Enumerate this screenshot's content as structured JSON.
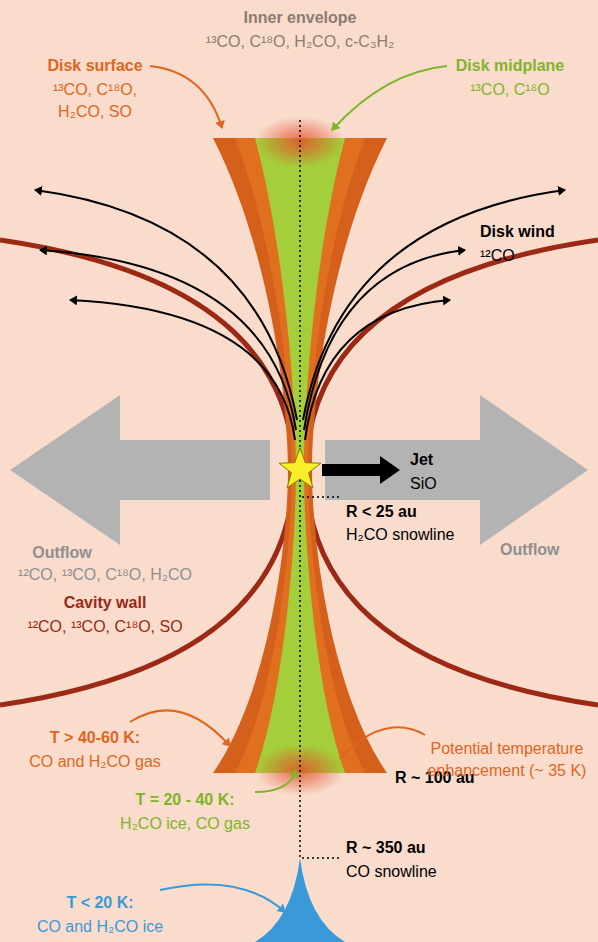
{
  "diagram": {
    "labels": [
      "Inner envelope",
      "¹³CO, C¹⁸O, H₂CO, c-C₃H₂",
      "Disk surface",
      "¹³CO, C¹⁸O, H₂CO, SO",
      "Disk midplane",
      "¹³CO, C¹⁸O",
      "Disk wind",
      "¹²CO",
      "Jet",
      "SiO",
      "Outflow",
      "Outflow",
      "¹²CO, ¹³CO, C¹⁸O, H₂CO",
      "R < 25 au",
      "H₂CO snowline",
      "Cavity wall",
      "¹²CO, ¹³CO, C¹⁸O, SO",
      "R ~ 100 au",
      "T > 40-60 K:",
      "CO and H₂CO gas",
      "Potential temperature enhancement (~ 35 K)",
      "T = 20 - 40 K:",
      "H₂CO ice, CO gas",
      "R ~ 350 au",
      "CO snowline",
      "T < 20 K:",
      "CO and H₂CO ice"
    ]
  }
}
